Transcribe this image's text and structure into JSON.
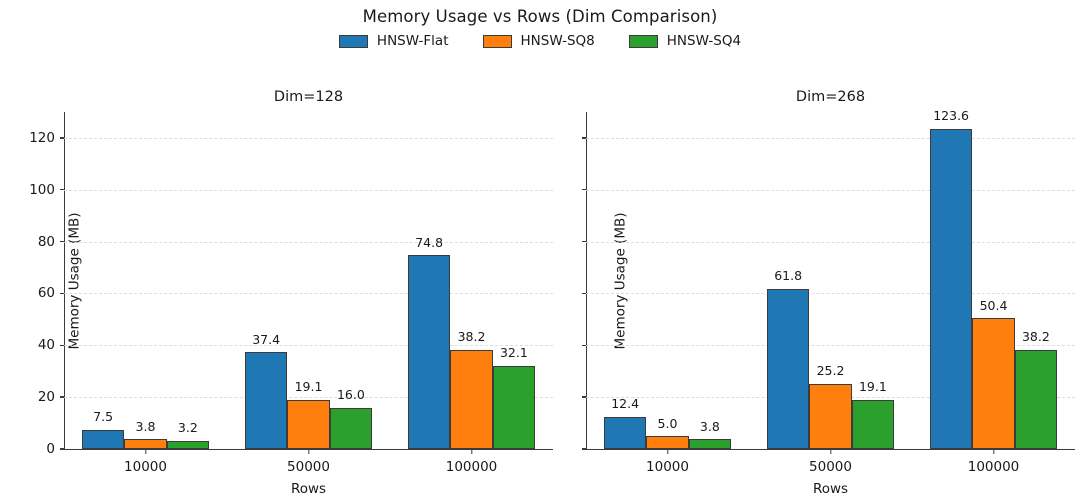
{
  "chart_data": {
    "type": "bar",
    "title": "Memory Usage vs Rows (Dim Comparison)",
    "xlabel": "Rows",
    "ylabel": "Memory Usage (MB)",
    "ylim": [
      0,
      130
    ],
    "yticks": [
      0,
      20,
      40,
      60,
      80,
      100,
      120
    ],
    "ytick_labels": [
      "0",
      "20",
      "40",
      "60",
      "80",
      "100",
      "120"
    ],
    "grid": true,
    "grid_axis": "y",
    "legend_position": "top-center",
    "categories": [
      "10000",
      "50000",
      "100000"
    ],
    "legend": [
      {
        "name": "HNSW-Flat",
        "color": "#1f77b4"
      },
      {
        "name": "HNSW-SQ8",
        "color": "#ff7f0e"
      },
      {
        "name": "HNSW-SQ4",
        "color": "#2ca02c"
      }
    ],
    "subplots": [
      {
        "title": "Dim=128",
        "series": [
          {
            "name": "HNSW-Flat",
            "color": "#1f77b4",
            "values": [
              7.5,
              37.4,
              74.8
            ],
            "labels": [
              "7.5",
              "37.4",
              "74.8"
            ]
          },
          {
            "name": "HNSW-SQ8",
            "color": "#ff7f0e",
            "values": [
              3.8,
              19.1,
              38.2
            ],
            "labels": [
              "3.8",
              "19.1",
              "38.2"
            ]
          },
          {
            "name": "HNSW-SQ4",
            "color": "#2ca02c",
            "values": [
              3.2,
              16.0,
              32.1
            ],
            "labels": [
              "3.2",
              "16.0",
              "32.1"
            ]
          }
        ]
      },
      {
        "title": "Dim=268",
        "series": [
          {
            "name": "HNSW-Flat",
            "color": "#1f77b4",
            "values": [
              12.4,
              61.8,
              123.6
            ],
            "labels": [
              "12.4",
              "61.8",
              "123.6"
            ]
          },
          {
            "name": "HNSW-SQ8",
            "color": "#ff7f0e",
            "values": [
              5.0,
              25.2,
              50.4
            ],
            "labels": [
              "5.0",
              "25.2",
              "50.4"
            ]
          },
          {
            "name": "HNSW-SQ4",
            "color": "#2ca02c",
            "values": [
              3.8,
              19.1,
              38.2
            ],
            "labels": [
              "3.8",
              "19.1",
              "38.2"
            ]
          }
        ]
      }
    ]
  }
}
